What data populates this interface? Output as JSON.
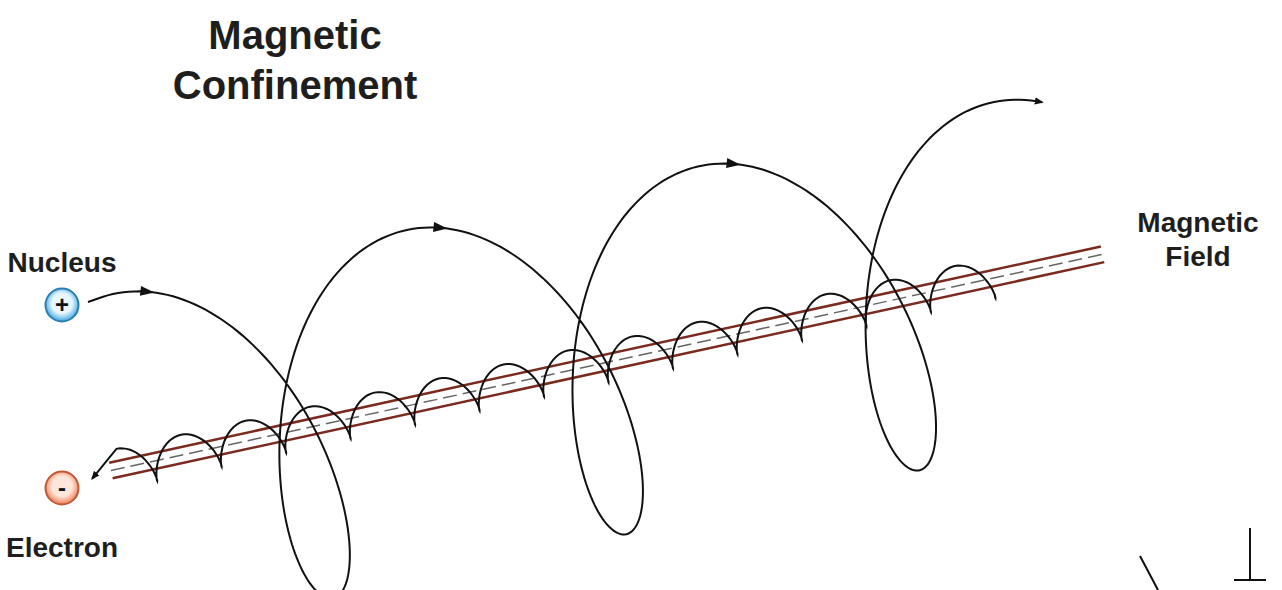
{
  "diagram": {
    "title": "Magnetic Confinement",
    "nodes": [
      {
        "text": [
          "Nucleus",
          "+"
        ]
      },
      {
        "text": [
          "-",
          "Electron"
        ]
      }
    ],
    "labels": [
      "Magnetic Field"
    ]
  }
}
